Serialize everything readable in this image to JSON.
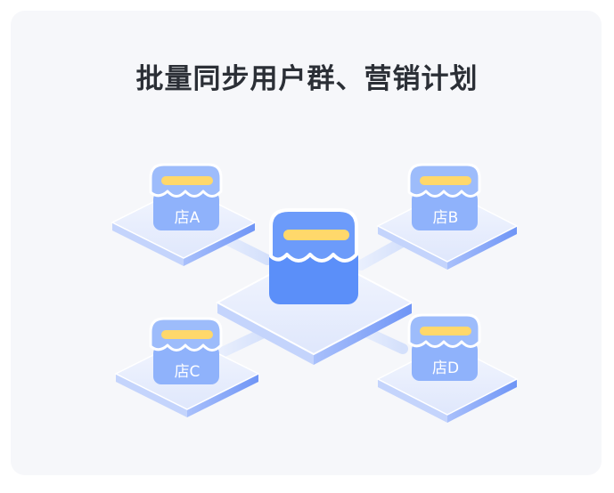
{
  "title": "批量同步用户群、营销计划",
  "center_node": {
    "icon": "store-icon"
  },
  "stores": [
    {
      "label": "店A",
      "icon": "store-icon"
    },
    {
      "label": "店B",
      "icon": "store-icon"
    },
    {
      "label": "店C",
      "icon": "store-icon"
    },
    {
      "label": "店D",
      "icon": "store-icon"
    }
  ],
  "colors": {
    "background": "#f6f7fa",
    "title": "#2b2f36",
    "center_store": "#5b8ff9",
    "branch_store": "#8fb2fb",
    "awning_stripe": "#ffd86b",
    "platform_top": "#e6edfd",
    "platform_side": "#7d9ff8"
  }
}
